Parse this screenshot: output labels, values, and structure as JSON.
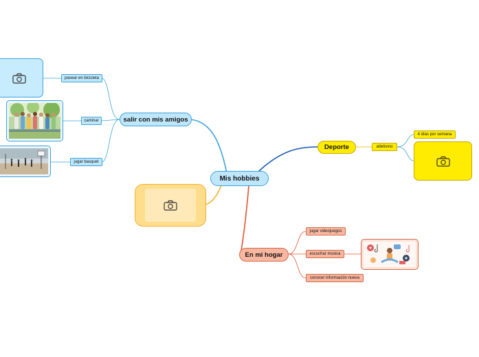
{
  "central": {
    "label": "Mis hobbies"
  },
  "branches": {
    "friends": {
      "label": "salir con mis amigos",
      "children": [
        "pasear en bicicleta",
        "caminar",
        "jugar basquet"
      ]
    },
    "sport": {
      "label": "Deporte",
      "child": "atletismo",
      "detail": "4 días por semana"
    },
    "home": {
      "label": "En mi hogar",
      "children": [
        "jugar videojuegos",
        "escuchar música",
        "conocer información nueva"
      ]
    }
  },
  "icons": {
    "placeholder": "camera-icon",
    "photos": [
      "friends-walking-photo",
      "basketball-court-photo",
      "music-illustration"
    ]
  },
  "colors": {
    "blue": "#3aa1d8",
    "blue_fill": "#bfe7fb",
    "yellow": "#ffec00",
    "salmon": "#f9b7a0",
    "orange": "#f7b027",
    "navy": "#1a56b0",
    "red": "#e0532f"
  }
}
